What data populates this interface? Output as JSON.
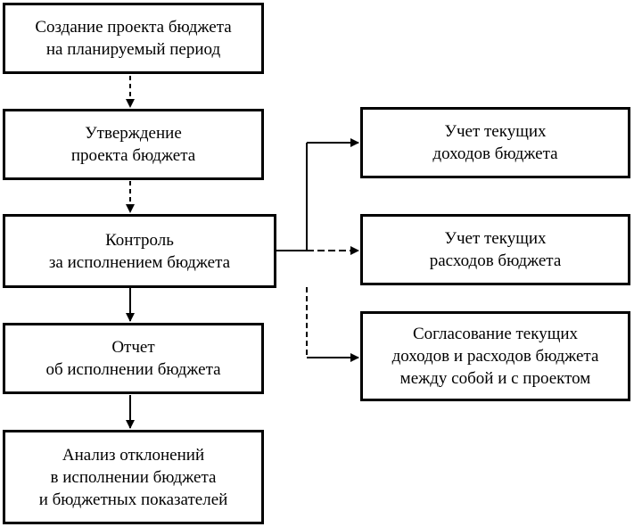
{
  "diagram": {
    "left_column": [
      {
        "id": "create",
        "lines": [
          "Создание проекта бюджета",
          "на планируемый период"
        ]
      },
      {
        "id": "approve",
        "lines": [
          "Утверждение",
          "проекта бюджета"
        ]
      },
      {
        "id": "control",
        "lines": [
          "Контроль",
          "за исполнением бюджета"
        ]
      },
      {
        "id": "report",
        "lines": [
          "Отчет",
          "об исполнении бюджета"
        ]
      },
      {
        "id": "analysis",
        "lines": [
          "Анализ отклонений",
          "в исполнении бюджета",
          "и бюджетных показателей"
        ]
      }
    ],
    "right_column": [
      {
        "id": "income",
        "lines": [
          "Учет текущих",
          "доходов бюджета"
        ]
      },
      {
        "id": "expense",
        "lines": [
          "Учет текущих",
          "расходов бюджета"
        ]
      },
      {
        "id": "reconcile",
        "lines": [
          "Согласование текущих",
          "доходов и расходов бюджета",
          "между собой и с проектом"
        ]
      }
    ]
  }
}
